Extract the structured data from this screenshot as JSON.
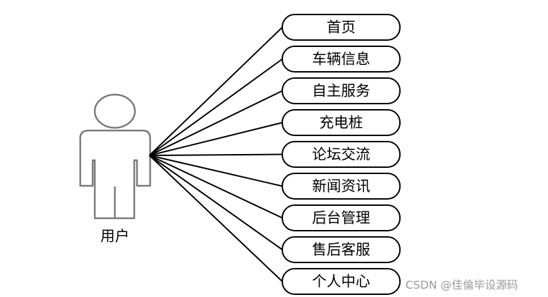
{
  "actor": {
    "label": "用户"
  },
  "use_cases": [
    {
      "label": "首页"
    },
    {
      "label": "车辆信息"
    },
    {
      "label": "自主服务"
    },
    {
      "label": "充电桩"
    },
    {
      "label": "论坛交流"
    },
    {
      "label": "新闻资讯"
    },
    {
      "label": "后台管理"
    },
    {
      "label": "售后客服"
    },
    {
      "label": "个人中心"
    }
  ],
  "watermark": "CSDN @佳倫毕设源码"
}
